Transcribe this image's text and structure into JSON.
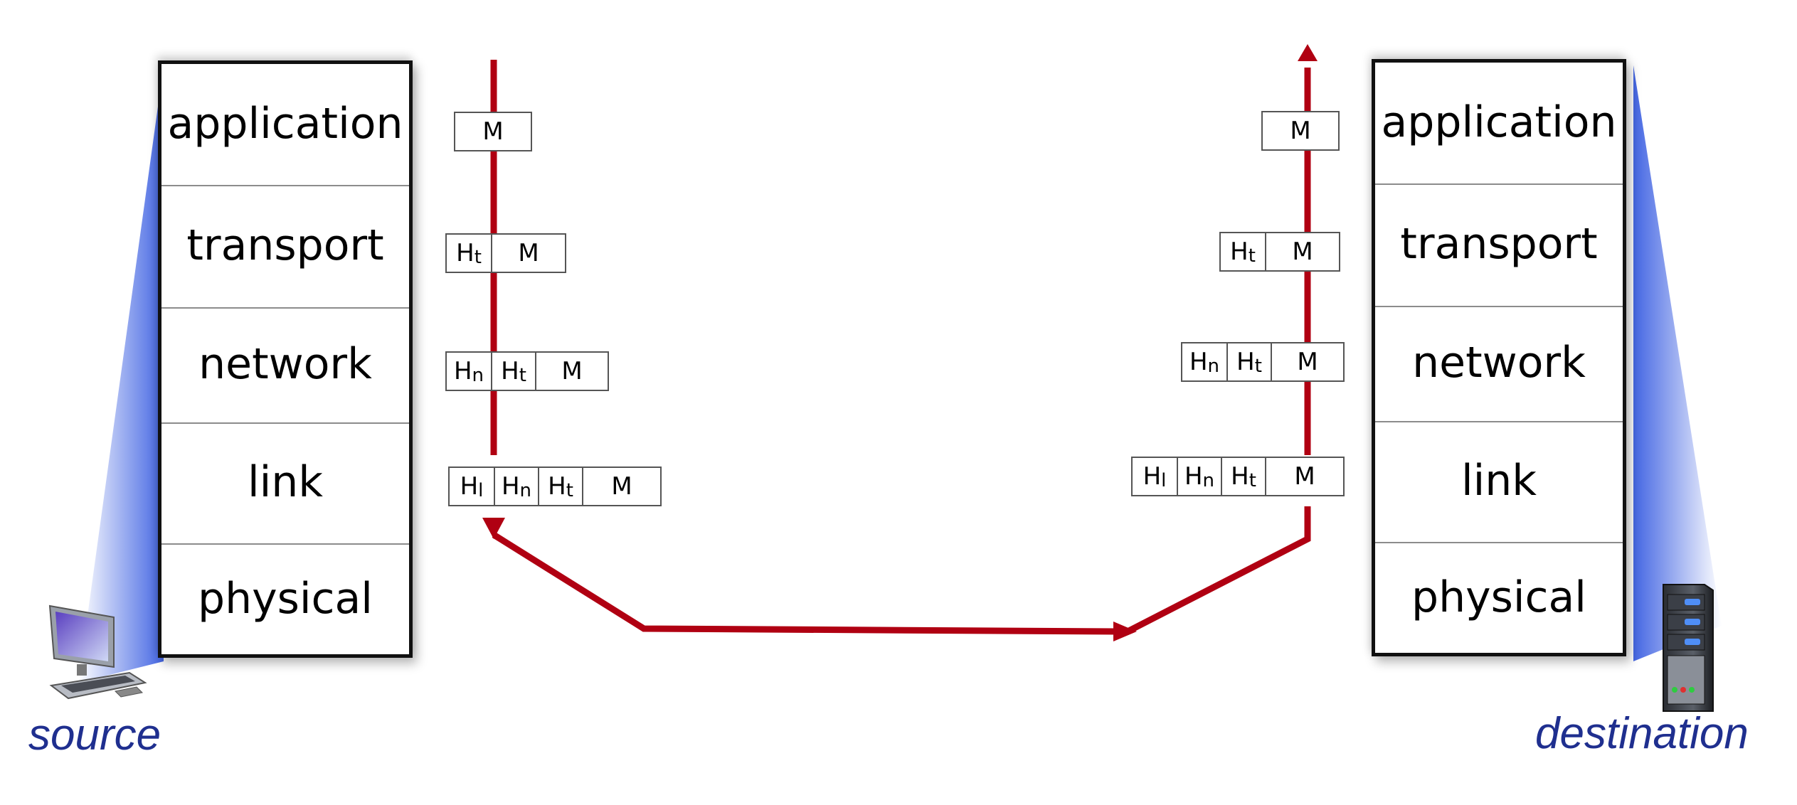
{
  "source_stack": {
    "layers": [
      "application",
      "transport",
      "network",
      "link",
      "physical"
    ]
  },
  "destination_stack": {
    "layers": [
      "application",
      "transport",
      "network",
      "link",
      "physical"
    ]
  },
  "captions": {
    "source": "source",
    "destination": "destination"
  },
  "packets": {
    "message": "M",
    "header_prefix": "H",
    "transport_sub": "t",
    "network_sub": "n",
    "link_sub": "l"
  },
  "icons": {
    "source_device": "desktop-computer-icon",
    "destination_device": "server-tower-icon"
  },
  "colors": {
    "flow_arrow": "#b00012",
    "caption": "#1f2f8f",
    "wedge": "#3c63e0"
  }
}
